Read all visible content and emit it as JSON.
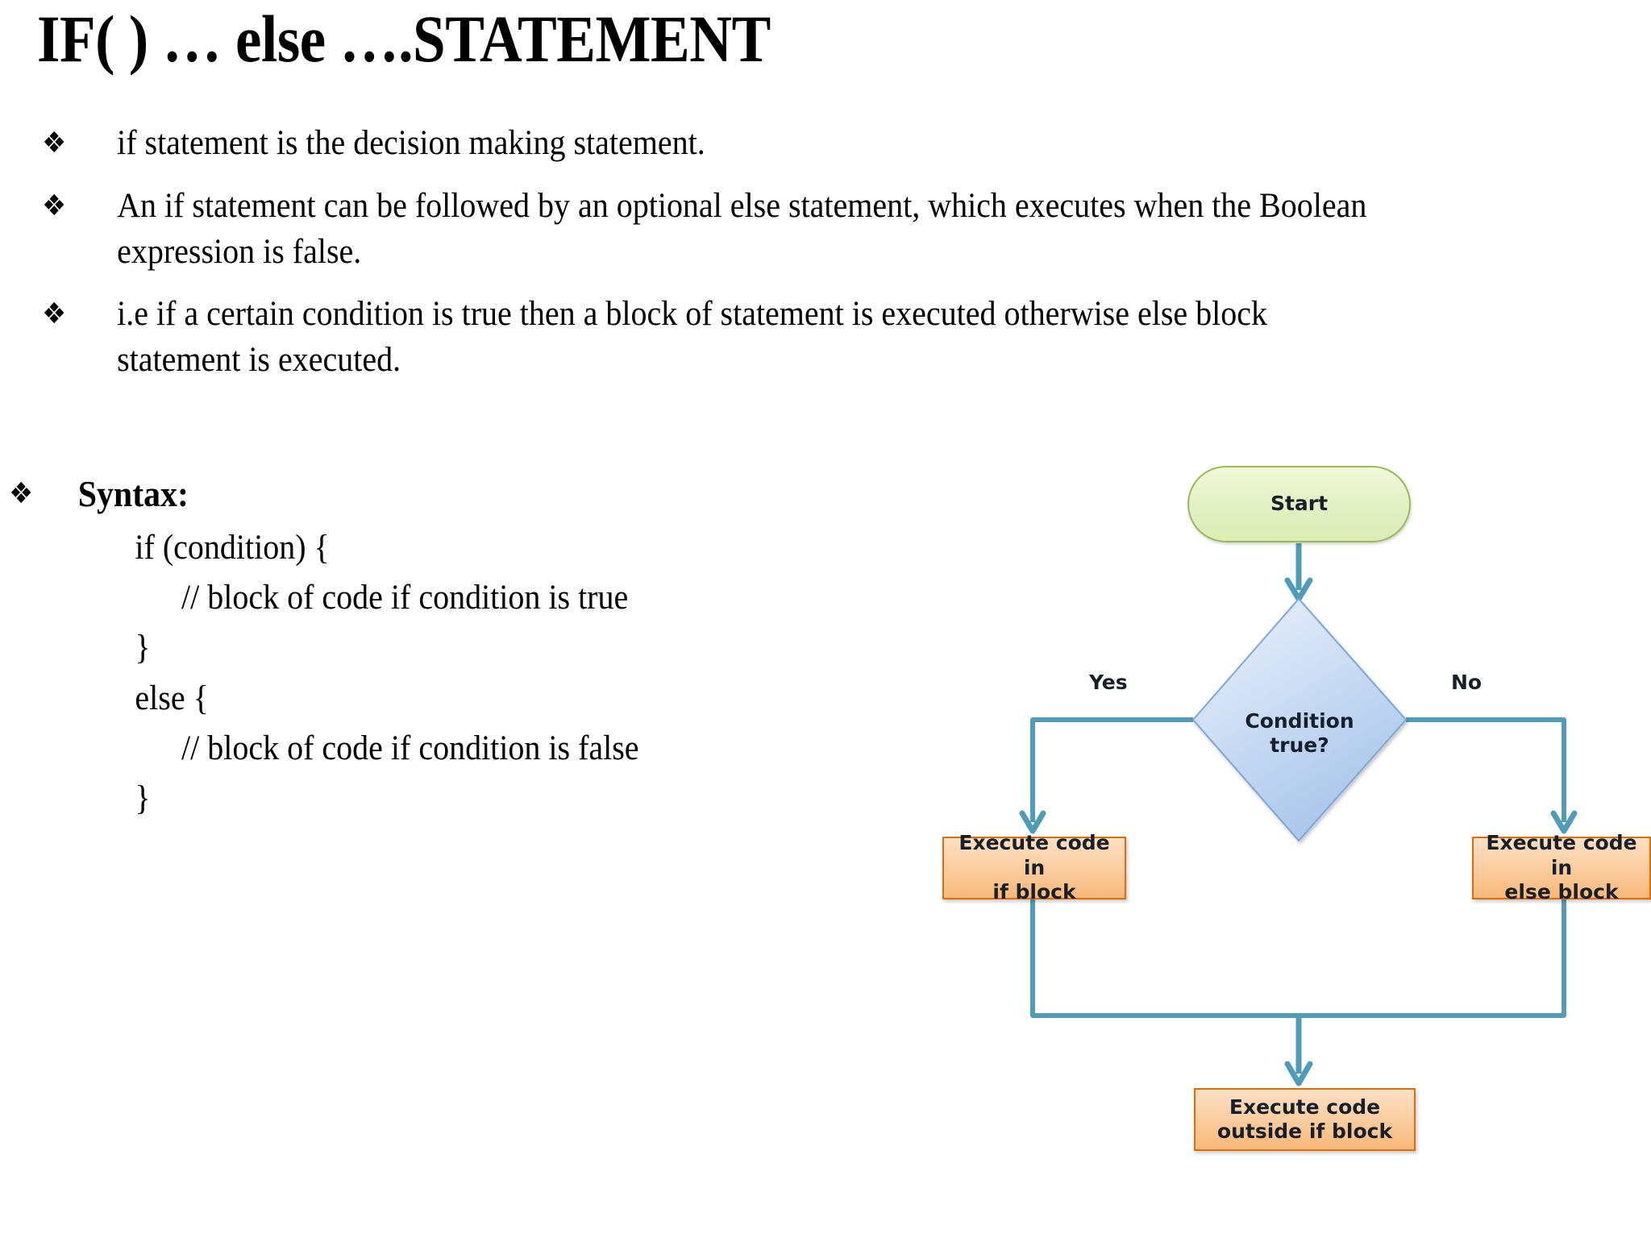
{
  "slide": {
    "title": "IF( ) … else ….STATEMENT",
    "bullet_glyph": "❖",
    "bullets": [
      "if statement is the decision making statement.",
      "An if statement can be followed by an optional else statement, which executes when the Boolean expression is false.",
      "i.e if a certain condition is true then a block of statement is executed otherwise else block statement is executed."
    ],
    "syntax": {
      "heading": "Syntax:",
      "lines": [
        {
          "text": "if (condition) {",
          "indent": 0
        },
        {
          "text": "// block of code if condition is true",
          "indent": 1
        },
        {
          "text": "}",
          "indent": 0
        },
        {
          "text": "else {",
          "indent": 0
        },
        {
          "text": "// block of code if condition is false",
          "indent": 1
        },
        {
          "text": "}",
          "indent": 0
        }
      ]
    }
  },
  "flowchart": {
    "nodes": {
      "start": "Start",
      "condition_line1": "Condition",
      "condition_line2": "true?",
      "if_block_line1": "Execute code in",
      "if_block_line2": "if block",
      "else_block_line1": "Execute code in",
      "else_block_line2": "else block",
      "outside_line1": "Execute code",
      "outside_line2": "outside if block"
    },
    "edge_labels": {
      "yes": "Yes",
      "no": "No"
    },
    "colors": {
      "start_fill": "#e2f0c3",
      "start_border": "#9bbb59",
      "decision_fill": "#bdd3f0",
      "decision_border": "#7da7d9",
      "process_fill": "#fbcfa4",
      "process_border": "#e36c0a",
      "connector": "#4f9cb8",
      "text": "#17202a"
    }
  }
}
